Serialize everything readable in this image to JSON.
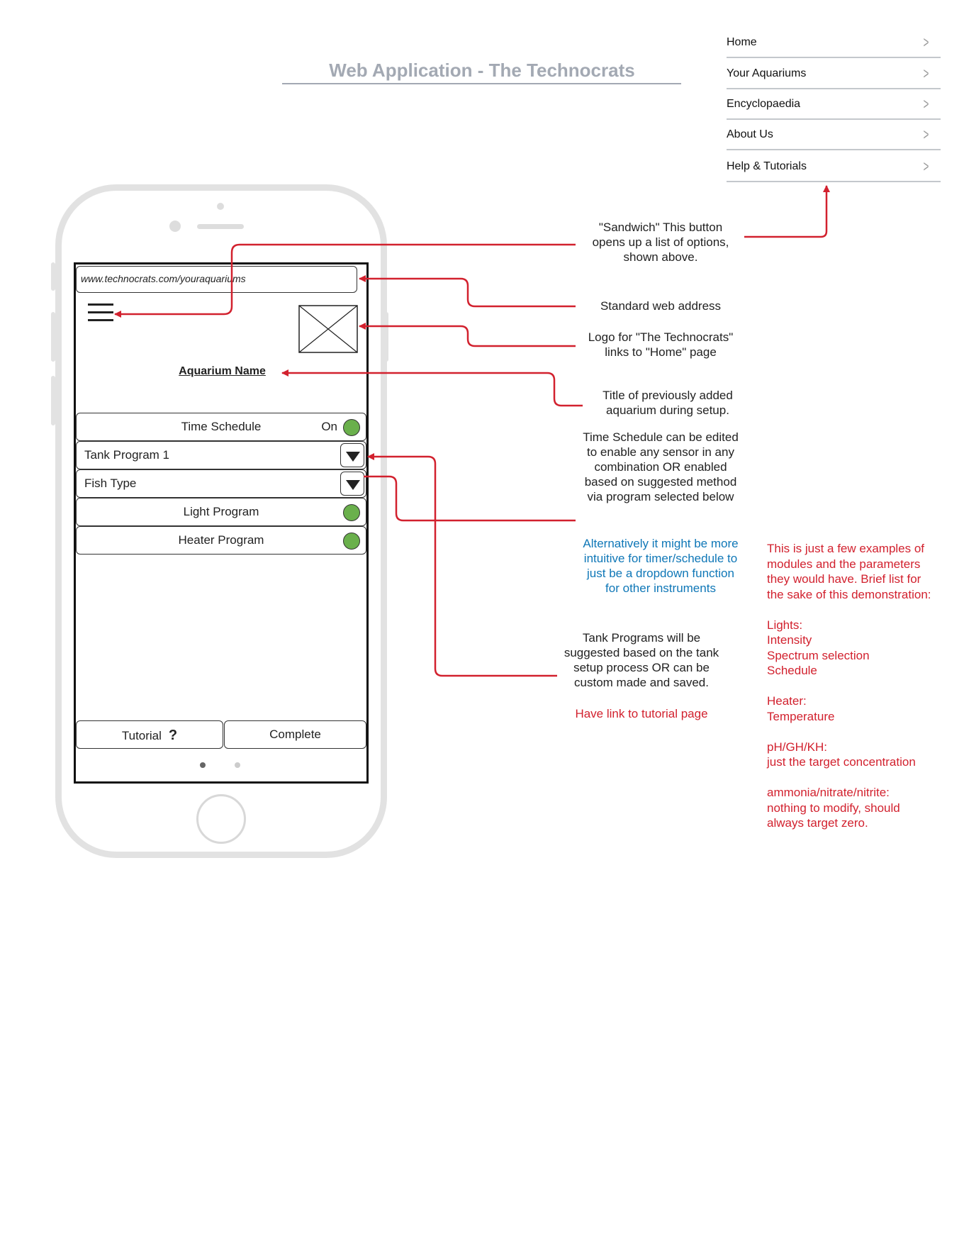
{
  "title": "Web Application - The Technocrats",
  "nav_menu": [
    {
      "label": "Home"
    },
    {
      "label": "Your Aquariums"
    },
    {
      "label": "Encyclopaedia"
    },
    {
      "label": "About Us"
    },
    {
      "label": "Help & Tutorials"
    }
  ],
  "phone": {
    "url": "www.technocrats.com/youraquariums",
    "aquarium_name": "Aquarium Name",
    "rows": {
      "time_schedule": {
        "label": "Time Schedule",
        "status": "On"
      },
      "tank_program": {
        "label": "Tank Program 1"
      },
      "fish_type": {
        "label": "Fish Type"
      },
      "light_program": {
        "label": "Light Program"
      },
      "heater_program": {
        "label": "Heater Program"
      }
    },
    "buttons": {
      "tutorial": "Tutorial",
      "tutorial_icon": "?",
      "complete": "Complete"
    },
    "indicator_color": "#6ab04c"
  },
  "annotations": {
    "sandwich": "\"Sandwich\" This button opens up a list of options, shown above.",
    "web_address": "Standard web address",
    "logo": "Logo for \"The Technocrats\" links to \"Home\" page",
    "title": "Title of previously added aquarium during setup.",
    "time_schedule": "Time Schedule can be edited to enable any sensor in any combination OR enabled based on suggested method via program selected below",
    "alternative": "Alternatively it might be more intuitive for timer/schedule to just be a dropdown function for other instruments",
    "tank_programs": "Tank Programs will be suggested based on the tank setup process OR can be custom made and saved.",
    "tutorial_link": "Have link to tutorial page",
    "modules": "This is just a few examples of modules and the parameters they would have. Brief list for the sake of this demonstration:\n\nLights:\nIntensity\nSpectrum selection\nSchedule\n\nHeater:\nTemperature\n\npH/GH/KH:\njust the target concentration\n\nammonia/nitrate/nitrite:\nnothing to modify, should always target zero."
  },
  "colors": {
    "arrow": "#d2212e",
    "note_blue": "#0f77b7",
    "note_red": "#d2212e",
    "title_gray": "#a3a9b3"
  }
}
